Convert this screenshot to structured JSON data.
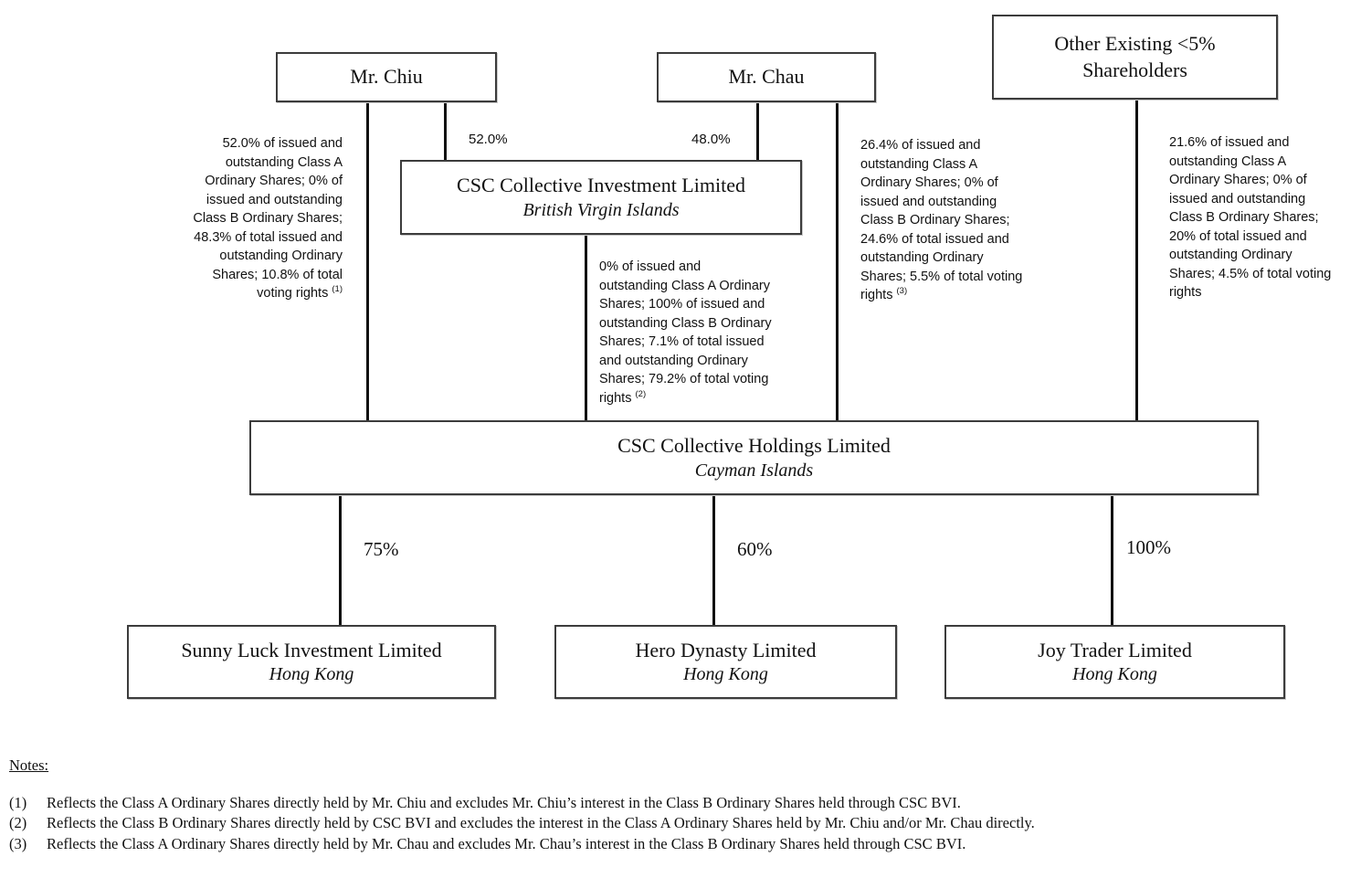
{
  "diagram": {
    "nodes": {
      "mr_chiu": {
        "title": "Mr. Chiu"
      },
      "mr_chau": {
        "title": "Mr. Chau"
      },
      "other_shareholders": {
        "title": "Other Existing <5%\nShareholders"
      },
      "csc_bvi": {
        "title": "CSC Collective Investment Limited",
        "jurisdiction": "British Virgin Islands"
      },
      "csc_holdings": {
        "title": "CSC Collective Holdings Limited",
        "jurisdiction": "Cayman Islands"
      },
      "sunny_luck": {
        "title": "Sunny Luck Investment Limited",
        "jurisdiction": "Hong Kong"
      },
      "hero_dynasty": {
        "title": "Hero Dynasty Limited",
        "jurisdiction": "Hong Kong"
      },
      "joy_trader": {
        "title": "Joy Trader Limited",
        "jurisdiction": "Hong Kong"
      }
    },
    "edges": {
      "chiu_to_bvi": {
        "label": "52.0%"
      },
      "chau_to_bvi": {
        "label": "48.0%"
      },
      "holdings_to_sunny_luck": {
        "label": "75%"
      },
      "holdings_to_hero_dynasty": {
        "label": "60%"
      },
      "holdings_to_joy_trader": {
        "label": "100%"
      }
    },
    "annotations": {
      "chiu_direct": {
        "text": "52.0% of issued and\noutstanding Class A\nOrdinary Shares; 0% of\nissued and outstanding\nClass B Ordinary Shares;\n48.3% of total issued and\noutstanding Ordinary\nShares; 10.8% of total\nvoting rights",
        "footnote": "(1)"
      },
      "bvi_direct": {
        "text": "0% of issued and\noutstanding Class A Ordinary\nShares; 100% of issued and\noutstanding Class B Ordinary\nShares; 7.1% of total issued\nand outstanding Ordinary\nShares; 79.2% of total voting\nrights",
        "footnote": "(2)"
      },
      "chau_direct": {
        "text": "26.4% of issued and\noutstanding Class A\nOrdinary Shares; 0% of\nissued and outstanding\nClass B Ordinary Shares;\n24.6% of total issued and\noutstanding Ordinary\nShares; 5.5% of total voting\nrights",
        "footnote": "(3)"
      },
      "other_direct": {
        "text": "21.6% of issued and\noutstanding Class A\nOrdinary Shares; 0% of\nissued and outstanding\nClass B Ordinary Shares;\n20% of total issued and\noutstanding Ordinary\nShares; 4.5% of total voting\nrights",
        "footnote": ""
      }
    }
  },
  "notes": {
    "heading": "Notes:",
    "items": [
      {
        "num": "(1)",
        "text": "Reflects the Class A Ordinary Shares directly held by Mr. Chiu and excludes Mr. Chiu’s interest in the Class B Ordinary Shares held through CSC BVI."
      },
      {
        "num": "(2)",
        "text": "Reflects the Class B Ordinary Shares directly held by CSC BVI and excludes the interest in the Class A Ordinary Shares held by Mr. Chiu and/or Mr. Chau directly."
      },
      {
        "num": "(3)",
        "text": "Reflects the Class A Ordinary Shares directly held by Mr. Chau and excludes Mr. Chau’s interest in the Class B Ordinary Shares held through CSC BVI."
      }
    ]
  }
}
